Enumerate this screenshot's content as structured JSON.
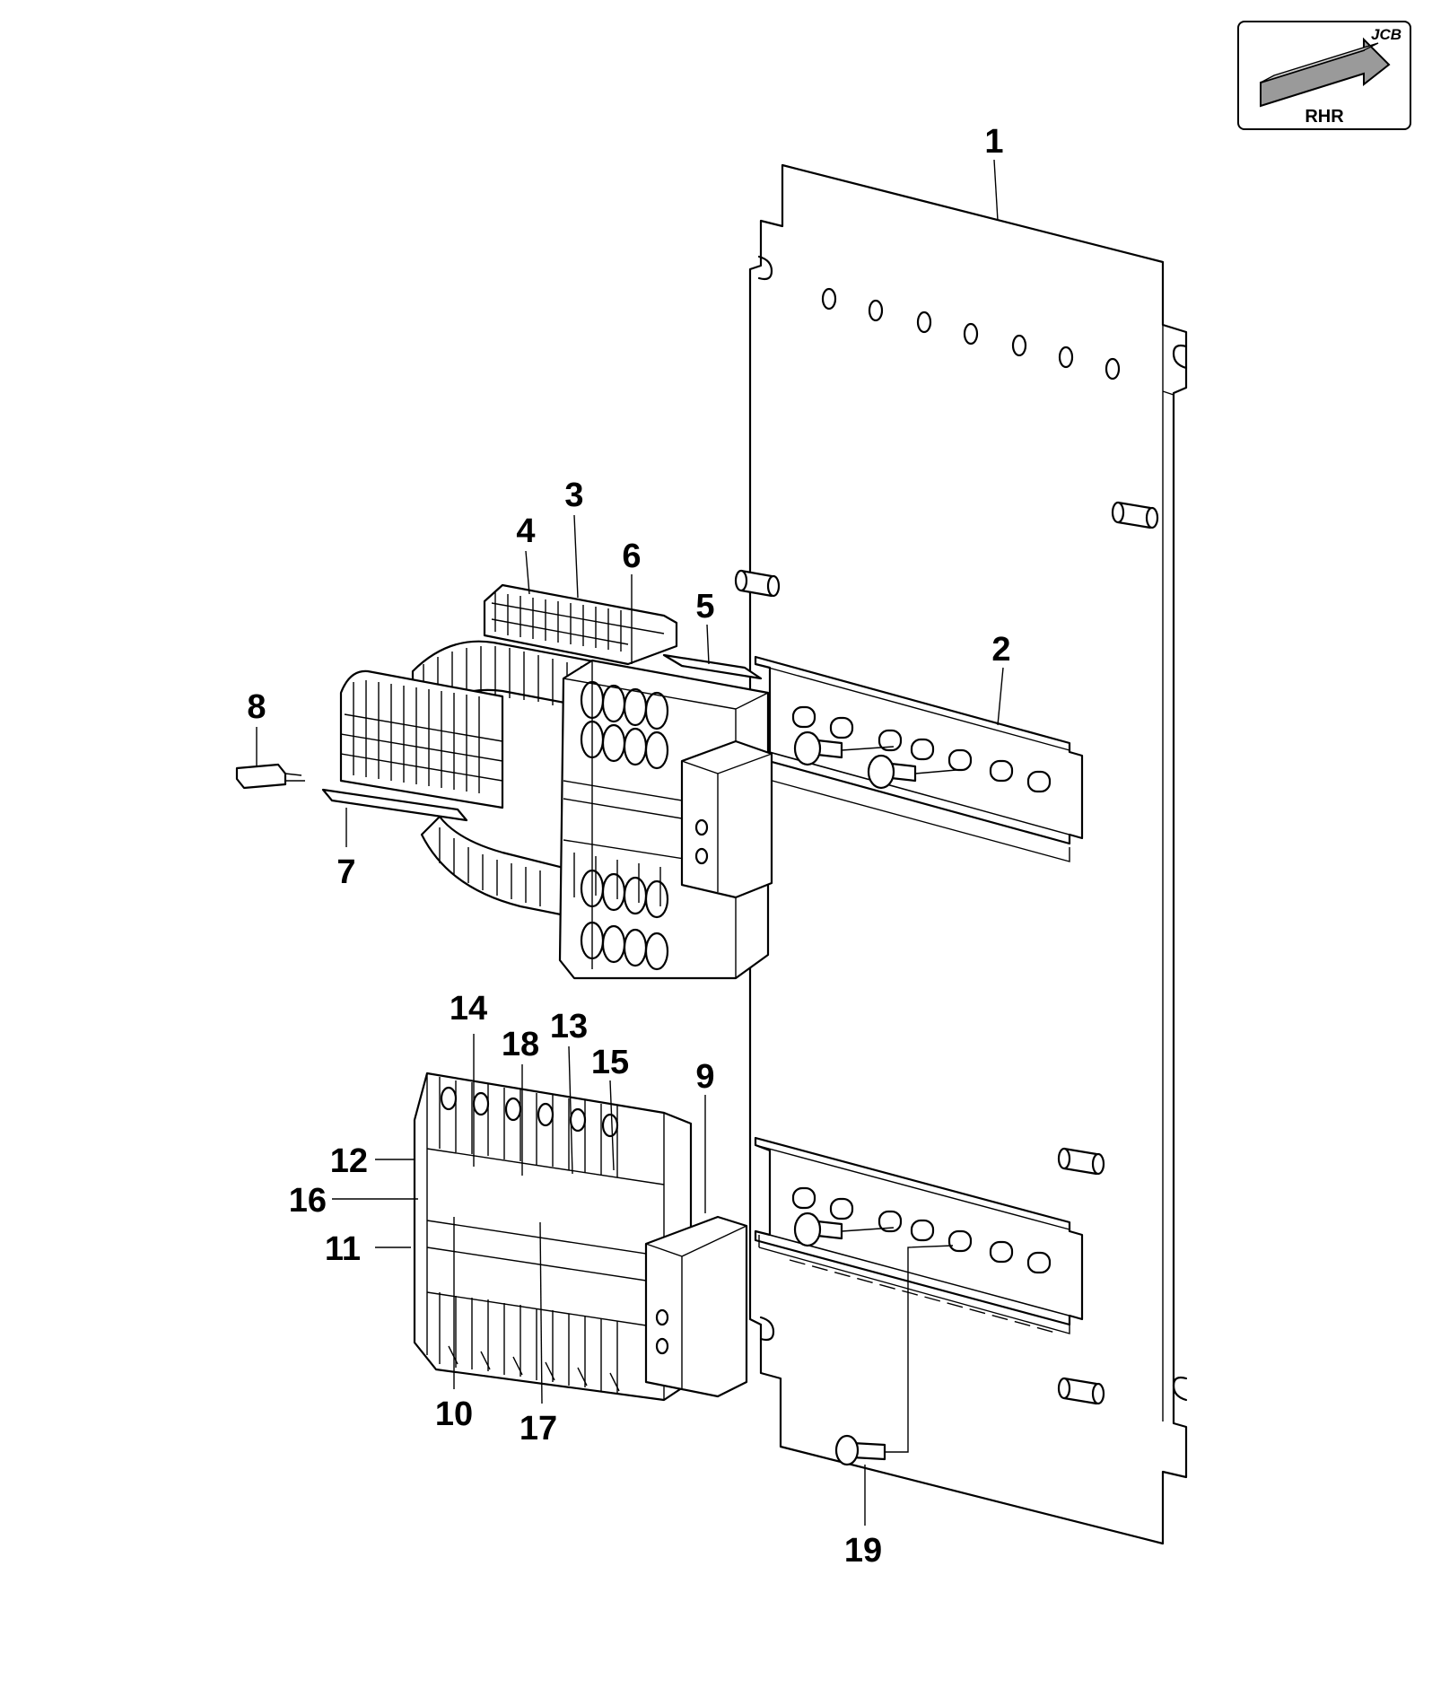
{
  "badge": {
    "brand": "JCB",
    "view_label": "RHR",
    "arrow_color": "#9a9a9a"
  },
  "callouts": [
    {
      "id": "1",
      "label": "1"
    },
    {
      "id": "2",
      "label": "2"
    },
    {
      "id": "3",
      "label": "3"
    },
    {
      "id": "4",
      "label": "4"
    },
    {
      "id": "5",
      "label": "5"
    },
    {
      "id": "6",
      "label": "6"
    },
    {
      "id": "7",
      "label": "7"
    },
    {
      "id": "8",
      "label": "8"
    },
    {
      "id": "9",
      "label": "9"
    },
    {
      "id": "10",
      "label": "10"
    },
    {
      "id": "11",
      "label": "11"
    },
    {
      "id": "12",
      "label": "12"
    },
    {
      "id": "13",
      "label": "13"
    },
    {
      "id": "14",
      "label": "14"
    },
    {
      "id": "15",
      "label": "15"
    },
    {
      "id": "16",
      "label": "16"
    },
    {
      "id": "17",
      "label": "17"
    },
    {
      "id": "18",
      "label": "18"
    },
    {
      "id": "19",
      "label": "19"
    }
  ]
}
